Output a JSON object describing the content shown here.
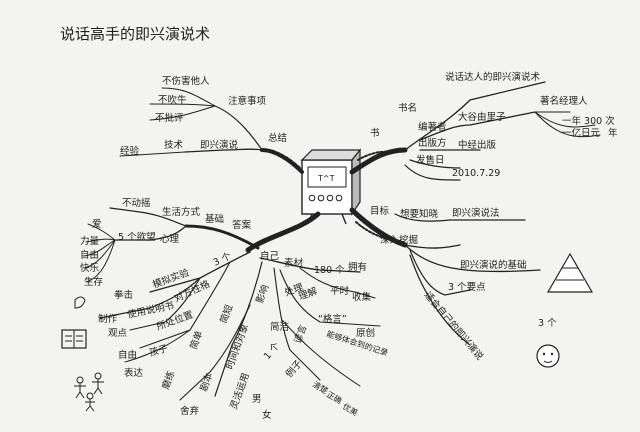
{
  "title": "说话高手的即兴演说术",
  "center": {
    "screen": "T^T"
  },
  "book": {
    "label": "书",
    "title_key": "书名",
    "title_value": "说话达人的即兴演说术",
    "editor_key": "编著者",
    "editor_value": "大谷由里子",
    "editor_note": "著名经理人",
    "talks": "一年 300 次",
    "income": "一亿日元",
    "per_year": "年",
    "publisher_key": "出版方",
    "publisher_value": "中经出版",
    "date_key": "发售日",
    "date_value": "2010.7.29"
  },
  "summary": {
    "label": "总结",
    "speech": "即兴演说",
    "technique": "技术",
    "experience": "经验",
    "notes": "注意事项",
    "no_hurt": "不伤害他人",
    "no_brag": "不吹牛",
    "no_criticize": "不批评"
  },
  "goal": {
    "label": "目标",
    "know": "想要知晓",
    "know_value": "即兴演说法",
    "dig": "深入挖掘",
    "basics": "即兴演说的基础",
    "three_points": "3 个要点",
    "fit": "适合自己的即兴演说",
    "count": "3 个"
  },
  "answer": {
    "label": "答案",
    "basis": "基础",
    "lifestyle": "生活方式",
    "unmoved": "不动摇",
    "psychology": "心理",
    "five_desires": "5 个欲望",
    "desires": [
      "爱",
      "力量",
      "自由",
      "快乐",
      "生存"
    ],
    "self": "自己",
    "three": "3 个",
    "simulation": "模拟实验",
    "punch": "拳击",
    "make": "制作",
    "manual": "使用说明书",
    "opponent": "对方性格",
    "viewpoint": "观点",
    "position": "所处位置",
    "freedom": "自由",
    "child": "孩子",
    "express": "表达",
    "material": "素材",
    "count_180": "180 个",
    "have": "拥有",
    "usual": "平时",
    "collect": "收集",
    "processing": "处理",
    "understand": "理解",
    "aphorism": "“格言”",
    "original": "原创",
    "record": "能够体会到的记录",
    "impact": "影响",
    "simple": "简短",
    "precise": "简洁",
    "plain": "简单",
    "time_target": "时间和对象",
    "script": "剧本",
    "refine": "磨练",
    "cut": "舍弃",
    "proverb": "谚言",
    "one": "1 个",
    "example": "例子",
    "clear": "清楚",
    "correct": "正确",
    "beautiful": "优美",
    "use_words": "灵活运用",
    "male": "男",
    "female": "女"
  }
}
